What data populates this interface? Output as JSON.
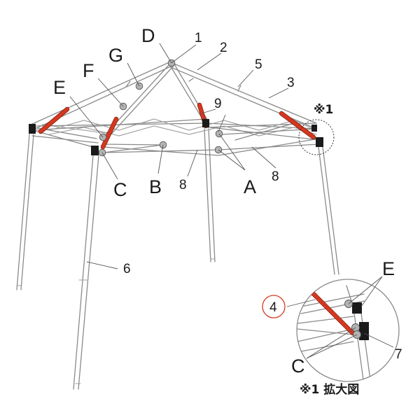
{
  "labels": {
    "a": "A",
    "b": "B",
    "c": "C",
    "d": "D",
    "e": "E",
    "f": "F",
    "g": "G",
    "n1": "1",
    "n2": "2",
    "n3": "3",
    "n5": "5",
    "n6": "6",
    "n8": "8",
    "n9": "9"
  },
  "detail": {
    "marker": "※1",
    "caption": "※1  拡大図",
    "e": "E",
    "c": "C",
    "n4": "4",
    "n7": "7",
    "highlight_color": "#d6371f"
  },
  "colors": {
    "frame": "#8a8a8a",
    "brace": "#d6371f",
    "bracket": "#1a1a1a"
  }
}
